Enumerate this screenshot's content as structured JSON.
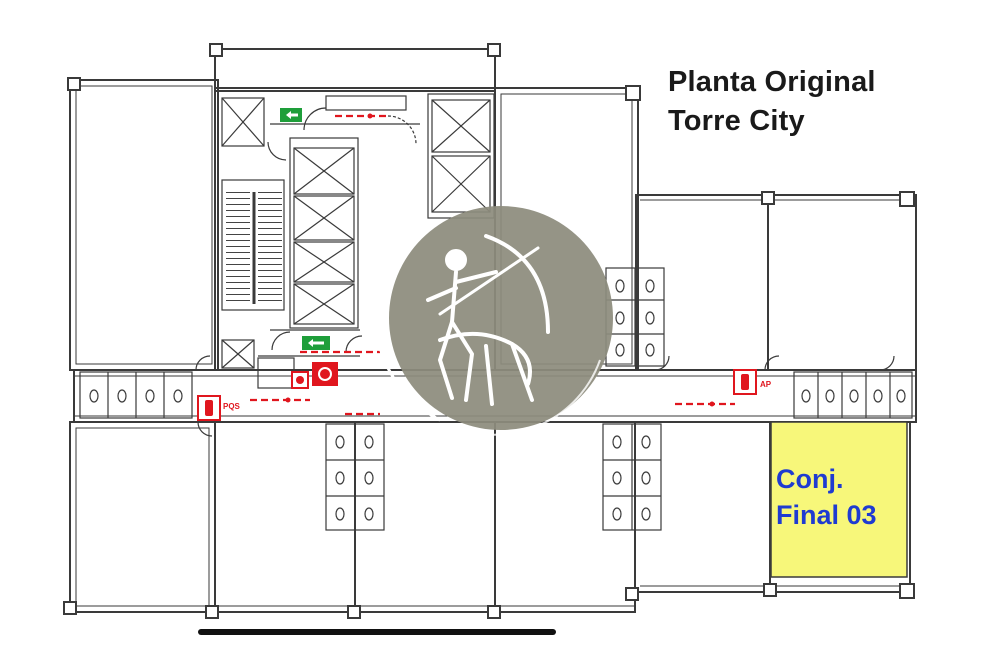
{
  "title": {
    "line1": "Planta Original",
    "line2": "Torre City"
  },
  "unit_label": {
    "line1": "Conj.",
    "line2": "Final 03"
  },
  "signs": {
    "pqs": "PQS",
    "ap": "AP"
  },
  "colors": {
    "wall": "#3a3a3a",
    "highlight_fill": "#f7f77a",
    "unit_text": "#1f3bd1",
    "fire_red": "#e0161e",
    "exit_green": "#1e9e3a",
    "watermark": "#8d8c7d"
  },
  "icons": [
    "fire-extinguisher-icon",
    "exit-sign-icon",
    "archer-logo-icon"
  ]
}
